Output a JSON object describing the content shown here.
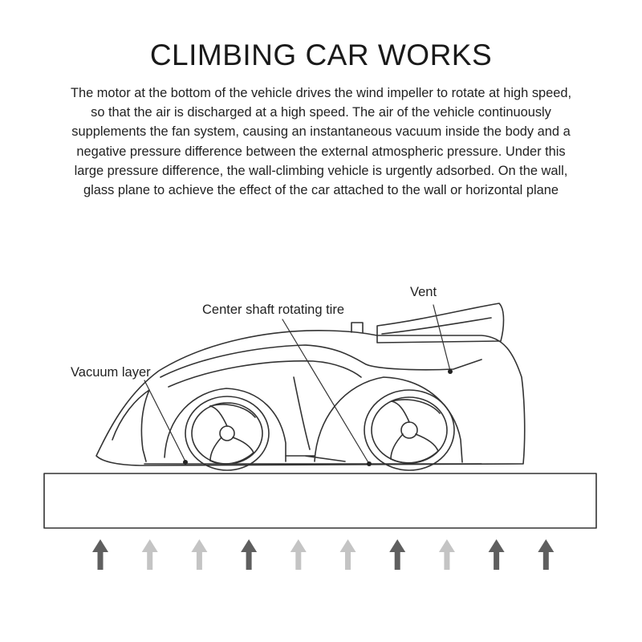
{
  "title": "CLIMBING CAR WORKS",
  "description": "The motor at the bottom of the vehicle drives the wind impeller to rotate at high speed, so that the air is discharged at a high speed. The air of the vehicle continuously supplements the fan system, causing an instantaneous vacuum inside the body and a negative pressure difference between the external atmospheric pressure. Under this large pressure difference, the wall-climbing vehicle is urgently adsorbed. On the wall, glass plane to achieve the effect of the car attached to the wall or horizontal plane",
  "labels": {
    "vent": "Vent",
    "center_shaft": "Center shaft rotating tire",
    "vacuum_layer": "Vacuum layer"
  },
  "colors": {
    "outline": "#333333",
    "arrow_dark": "#5f5f5f",
    "arrow_light": "#c4c4c4"
  },
  "arrows": [
    "dark",
    "light",
    "light",
    "dark",
    "light",
    "light",
    "dark",
    "light",
    "dark",
    "dark"
  ]
}
